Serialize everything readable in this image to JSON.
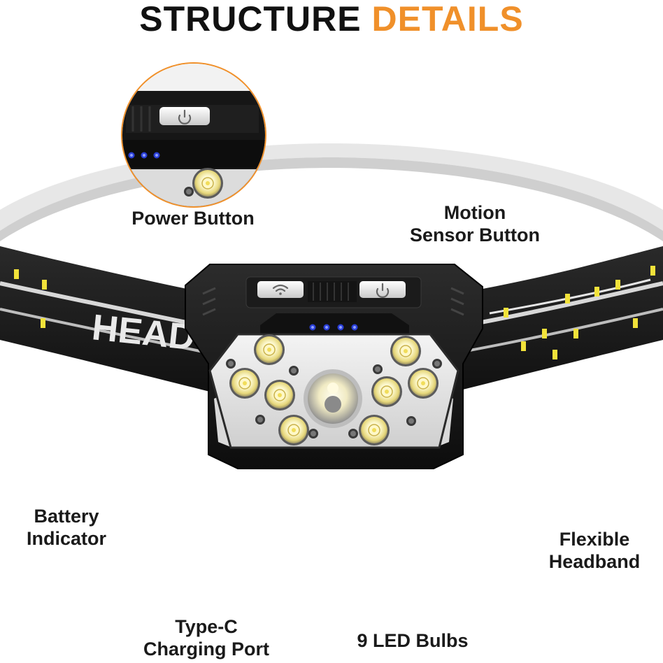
{
  "title": {
    "word1": "STRUCTURE",
    "word2": "DETAILS"
  },
  "colors": {
    "accent": "#f0902a",
    "title_dark": "#111111",
    "ring": "#f0902a",
    "led_blue": "#2a3fd8",
    "strap_yellow": "#f2e23a"
  },
  "strap_text": "HEAD",
  "labels": {
    "power_button": "Power Button",
    "motion_sensor_line1": "Motion",
    "motion_sensor_line2": "Sensor Button",
    "battery_line1": "Battery",
    "battery_line2": "Indicator",
    "flexible_line1": "Flexible",
    "flexible_line2": "Headband",
    "typec_line1": "Type-C",
    "typec_line2": "Charging Port",
    "led_bulbs": "9 LED Bulbs"
  },
  "icons": {
    "power": "power-icon",
    "motion": "wave-icon",
    "usb": "usb-c-icon"
  }
}
